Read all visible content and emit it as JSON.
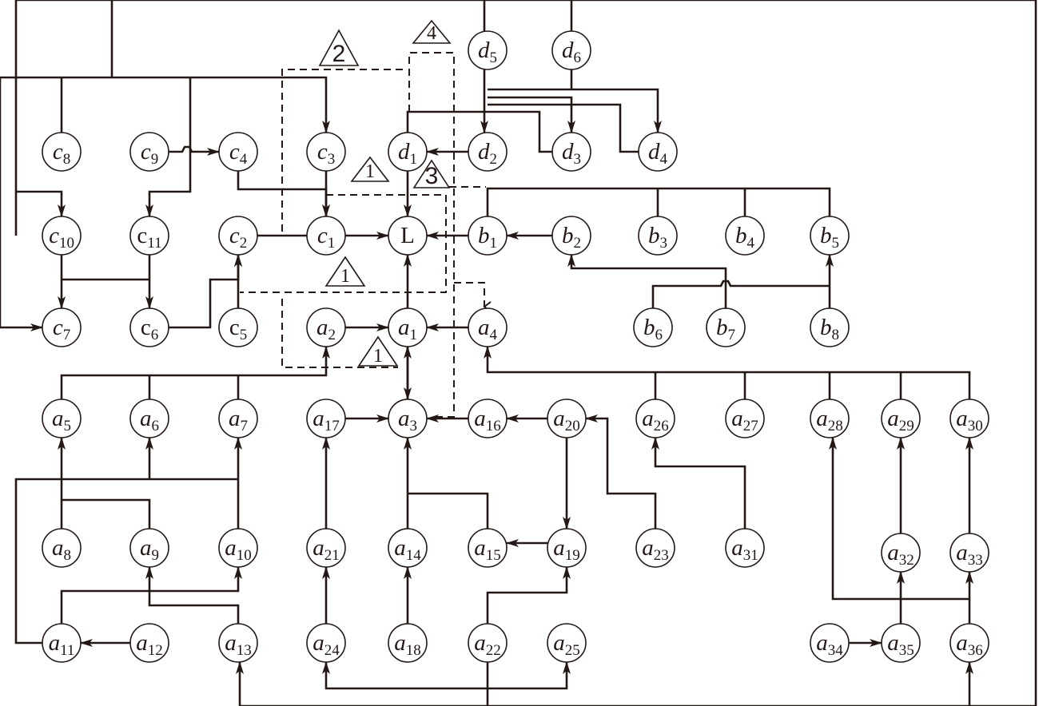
{
  "colors": {
    "ink": "#231815",
    "background": "#ffffff"
  },
  "nodes": [
    {
      "id": "d5",
      "letter": "d",
      "sub": "5",
      "italic": true
    },
    {
      "id": "d6",
      "letter": "d",
      "sub": "6",
      "italic": true
    },
    {
      "id": "c8",
      "letter": "c",
      "sub": "8",
      "italic": true
    },
    {
      "id": "c9",
      "letter": "c",
      "sub": "9",
      "italic": true
    },
    {
      "id": "c4",
      "letter": "c",
      "sub": "4",
      "italic": true
    },
    {
      "id": "c3",
      "letter": "c",
      "sub": "3",
      "italic": true
    },
    {
      "id": "d1",
      "letter": "d",
      "sub": "1",
      "italic": true
    },
    {
      "id": "d2",
      "letter": "d",
      "sub": "2",
      "italic": true
    },
    {
      "id": "d3",
      "letter": "d",
      "sub": "3",
      "italic": true
    },
    {
      "id": "d4",
      "letter": "d",
      "sub": "4",
      "italic": true
    },
    {
      "id": "c10",
      "letter": "c",
      "sub": "10",
      "italic": true
    },
    {
      "id": "c11",
      "letter": "c",
      "sub": "11",
      "italic": false
    },
    {
      "id": "c2",
      "letter": "c",
      "sub": "2",
      "italic": true
    },
    {
      "id": "c1",
      "letter": "c",
      "sub": "1",
      "italic": true
    },
    {
      "id": "L",
      "letter": "L",
      "sub": "",
      "italic": false
    },
    {
      "id": "b1",
      "letter": "b",
      "sub": "1",
      "italic": true
    },
    {
      "id": "b2",
      "letter": "b",
      "sub": "2",
      "italic": true
    },
    {
      "id": "b3",
      "letter": "b",
      "sub": "3",
      "italic": true
    },
    {
      "id": "b4",
      "letter": "b",
      "sub": "4",
      "italic": true
    },
    {
      "id": "b5",
      "letter": "b",
      "sub": "5",
      "italic": true
    },
    {
      "id": "c7",
      "letter": "c",
      "sub": "7",
      "italic": true
    },
    {
      "id": "c6",
      "letter": "c",
      "sub": "6",
      "italic": false
    },
    {
      "id": "c5",
      "letter": "c",
      "sub": "5",
      "italic": false
    },
    {
      "id": "a2",
      "letter": "a",
      "sub": "2",
      "italic": true
    },
    {
      "id": "a1",
      "letter": "a",
      "sub": "1",
      "italic": true
    },
    {
      "id": "a4",
      "letter": "a",
      "sub": "4",
      "italic": true
    },
    {
      "id": "b6",
      "letter": "b",
      "sub": "6",
      "italic": true
    },
    {
      "id": "b7",
      "letter": "b",
      "sub": "7",
      "italic": true
    },
    {
      "id": "b8",
      "letter": "b",
      "sub": "8",
      "italic": true
    },
    {
      "id": "a5",
      "letter": "a",
      "sub": "5",
      "italic": true
    },
    {
      "id": "a6",
      "letter": "a",
      "sub": "6",
      "italic": true
    },
    {
      "id": "a7",
      "letter": "a",
      "sub": "7",
      "italic": true
    },
    {
      "id": "a17",
      "letter": "a",
      "sub": "17",
      "italic": true
    },
    {
      "id": "a3",
      "letter": "a",
      "sub": "3",
      "italic": true
    },
    {
      "id": "a16",
      "letter": "a",
      "sub": "16",
      "italic": true
    },
    {
      "id": "a20",
      "letter": "a",
      "sub": "20",
      "italic": true
    },
    {
      "id": "a26",
      "letter": "a",
      "sub": "26",
      "italic": true
    },
    {
      "id": "a27",
      "letter": "a",
      "sub": "27",
      "italic": true
    },
    {
      "id": "a28",
      "letter": "a",
      "sub": "28",
      "italic": true
    },
    {
      "id": "a29",
      "letter": "a",
      "sub": "29",
      "italic": true
    },
    {
      "id": "a30",
      "letter": "a",
      "sub": "30",
      "italic": true
    },
    {
      "id": "a8",
      "letter": "a",
      "sub": "8",
      "italic": true
    },
    {
      "id": "a9",
      "letter": "a",
      "sub": "9",
      "italic": true
    },
    {
      "id": "a10",
      "letter": "a",
      "sub": "10",
      "italic": true
    },
    {
      "id": "a21",
      "letter": "a",
      "sub": "21",
      "italic": true
    },
    {
      "id": "a14",
      "letter": "a",
      "sub": "14",
      "italic": true
    },
    {
      "id": "a15",
      "letter": "a",
      "sub": "15",
      "italic": true
    },
    {
      "id": "a19",
      "letter": "a",
      "sub": "19",
      "italic": true
    },
    {
      "id": "a23",
      "letter": "a",
      "sub": "23",
      "italic": true
    },
    {
      "id": "a31",
      "letter": "a",
      "sub": "31",
      "italic": true
    },
    {
      "id": "a32",
      "letter": "a",
      "sub": "32",
      "italic": true
    },
    {
      "id": "a33",
      "letter": "a",
      "sub": "33",
      "italic": true
    },
    {
      "id": "a11",
      "letter": "a",
      "sub": "11",
      "italic": true
    },
    {
      "id": "a12",
      "letter": "a",
      "sub": "12",
      "italic": true
    },
    {
      "id": "a13",
      "letter": "a",
      "sub": "13",
      "italic": true
    },
    {
      "id": "a24",
      "letter": "a",
      "sub": "24",
      "italic": true
    },
    {
      "id": "a18",
      "letter": "a",
      "sub": "18",
      "italic": true
    },
    {
      "id": "a22",
      "letter": "a",
      "sub": "22",
      "italic": true
    },
    {
      "id": "a25",
      "letter": "a",
      "sub": "25",
      "italic": true
    },
    {
      "id": "a34",
      "letter": "a",
      "sub": "34",
      "italic": true
    },
    {
      "id": "a35",
      "letter": "a",
      "sub": "35",
      "italic": true
    },
    {
      "id": "a36",
      "letter": "a",
      "sub": "36",
      "italic": true
    }
  ],
  "markers": [
    {
      "id": "m2",
      "label": "2"
    },
    {
      "id": "m4",
      "label": "4"
    },
    {
      "id": "m1a",
      "label": "1"
    },
    {
      "id": "m3",
      "label": "3"
    },
    {
      "id": "m1b",
      "label": "1"
    },
    {
      "id": "m1c",
      "label": "1"
    }
  ]
}
